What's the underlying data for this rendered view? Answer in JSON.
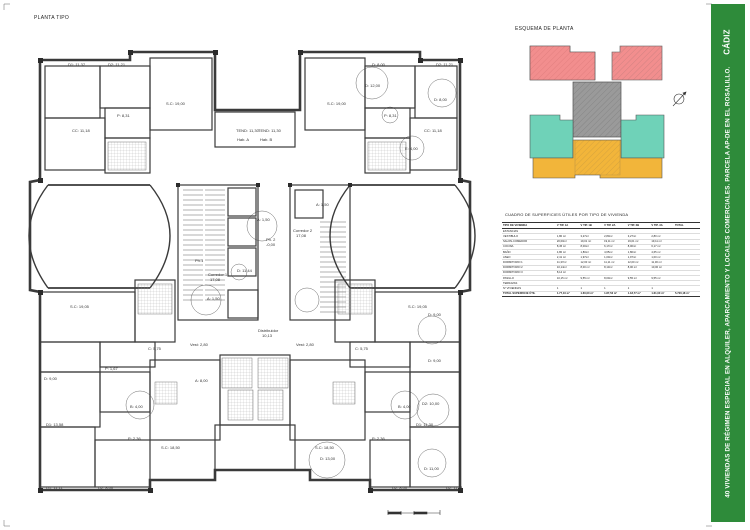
{
  "plan": {
    "title": "PLANTA TIPO",
    "rooms": {
      "d_11_37": "D1: 11,37",
      "d_11_21": "D2: 11,21",
      "sc_19_00": "S.C: 19,00",
      "c_11_18": "CC: 11,18",
      "p_8_31": "P: 8,31",
      "d_8_00": "D: 8,00",
      "d_12_00": "D: 12,00",
      "e_4_00": "E: 4,00",
      "tend_l": "TEND: 11,30",
      "hab_l": "Hab. A",
      "tend_r": "TEND: 11,30",
      "hab_r": "Hab. B",
      "a_1_50": "A: 1,50",
      "ph2": "Ph. 2",
      "ph2_sub": "-0,00",
      "phc": "Ph.1",
      "pasillo_l": "Corredor 1",
      "pasillo_l_area": "17,08",
      "pasillo_r": "Corredor 2",
      "pasillo_r_area": "17,08",
      "d_11_44": "D: 11,44",
      "sc_19_05": "S.C: 19,05",
      "distrib": "Distribuidor",
      "distrib_area": "10,13",
      "vest_l": "Vest: 2,80",
      "vest_r": "Vest: 2,80",
      "c_5_75": "C: 5,75",
      "p_1_67": "P: 1,67",
      "d_9_00": "D: 9,00",
      "d_13_58": "D1: 13,58",
      "a_8_00": "A: 8,00",
      "b_4_00": "B: 4,00",
      "p_2_36": "P: 2,36",
      "sc_18_50": "S.C: 18,50",
      "d_11_11": "D1: 11,11",
      "d_8_00b": "D2: 8,00",
      "d_13_00": "D: 13,00",
      "d_10_00": "D2: 10,00",
      "dr_1": "D1: 11,30",
      "dr_2": "D2: 11,11",
      "d_11_00": "D: 11,00"
    }
  },
  "key_plan": {
    "title": "ESQUEMA DE PLANTA",
    "colors": {
      "coral": "#f07b7b",
      "teal": "#6fd2b8",
      "orange": "#f2b53a",
      "core": "#9a9a9a"
    }
  },
  "areas_table": {
    "title": "CUADRO DE SUPERFICIES ÚTILES POR TIPO DE VIVIENDA",
    "headers": [
      "TIPO DE VIVIENDA",
      "V TIP. 1A",
      "V TIP. 1B",
      "V TIP. 2A",
      "V TIP. 2B",
      "V TIP. 3A",
      "TOTAL"
    ],
    "rows": [
      [
        "ESTANCIAS",
        "",
        "",
        "",
        "",
        "",
        ""
      ],
      [
        "VESTIBULO",
        "1,80 m²",
        "3,27m²",
        "2,80m²",
        "3,27m²",
        "2,80 m²",
        ""
      ],
      [
        "SALON-COMEDOR",
        "20,00m²",
        "19,01 m²",
        "19,11 m²",
        "19,01 m²",
        "19,11 m²",
        ""
      ],
      [
        "COCINA",
        "8,45 m²",
        "8,00m²",
        "6,17m²",
        "8,00m²",
        "6,17 m²",
        ""
      ],
      [
        "BAÑO",
        "4,80 m²",
        "1,80m²",
        "4,65m²",
        "1,80m²",
        "4,65 m²",
        ""
      ],
      [
        "ASEO",
        "2,41 m²",
        "1,97m²",
        "1,00m²",
        "1,97m²",
        "1,00 m²",
        ""
      ],
      [
        "DORMITORIO 1",
        "11,37m²",
        "12,00 m²",
        "11,11 m²",
        "12,00 m²",
        "11,30 m²",
        ""
      ],
      [
        "DORMITORIO 2",
        "10,14m²",
        "8,00 m²",
        "8,13m²",
        "8,00 m²",
        "10,00 m²",
        ""
      ],
      [
        "DORMITORIO 3",
        "8,14 m²",
        "",
        "",
        "",
        "",
        ""
      ],
      [
        "PASILLO",
        "10,15 m²",
        "9,55 m²",
        "8,00m²",
        "9,55 m²",
        "9,55 m²",
        ""
      ],
      [
        "TERRAZAS",
        "",
        "",
        "",
        "",
        "",
        ""
      ],
      [
        "Nº VIVIENDAS",
        "1",
        "1",
        "1",
        "1",
        "1",
        ""
      ]
    ],
    "total_row": [
      "TOTAL SUPERFICIE ÚTIL",
      "1.77,10 m²",
      "1.60,00 m²",
      "1.87,53 m²",
      "1.18,77 m²",
      "1.61,00 m²",
      "5.720,18 m²"
    ]
  },
  "band": {
    "text": "40 VIVIENDAS DE RÉGIMEN ESPECIAL EN ALQUILER, APARCAMIENTO Y LOCALES COMERCIALES. PARCELA AP-DE EN EL ROSALILLO.",
    "city": "CÁDIZ"
  }
}
